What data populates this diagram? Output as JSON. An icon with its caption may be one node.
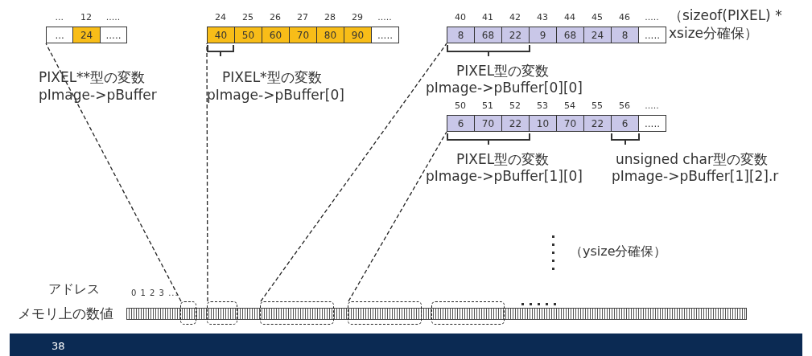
{
  "diagram": {
    "nodes": [
      {
        "text": [],
        "shape": "box"
      },
      {
        "text": [
          "..."
        ],
        "beside": [
          "..."
        ],
        "in": 0
      },
      {
        "text": [
          "24"
        ],
        "beside": [
          "12"
        ],
        "in": 0
      },
      {
        "text": [
          "....."
        ],
        "beside": [
          "....."
        ],
        "in": 0
      },
      {
        "text": [],
        "shape": "box"
      },
      {
        "text": [
          "40"
        ],
        "beside": [
          "24"
        ],
        "in": 4
      },
      {
        "text": [
          "50"
        ],
        "beside": [
          "25"
        ],
        "in": 4
      },
      {
        "text": [
          "60"
        ],
        "beside": [
          "26"
        ],
        "in": 4
      },
      {
        "text": [
          "70"
        ],
        "beside": [
          "27"
        ],
        "in": 4
      },
      {
        "text": [
          "80"
        ],
        "beside": [
          "28"
        ],
        "in": 4
      },
      {
        "text": [
          "90"
        ],
        "beside": [
          "29"
        ],
        "in": 4
      },
      {
        "text": [
          "....."
        ],
        "beside": [
          "....."
        ],
        "in": 4
      },
      {
        "text": [],
        "shape": "box"
      },
      {
        "text": [
          "8"
        ],
        "beside": [
          "40"
        ],
        "in": 12
      },
      {
        "text": [
          "68"
        ],
        "beside": [
          "41"
        ],
        "in": 12
      },
      {
        "text": [
          "22"
        ],
        "beside": [
          "42"
        ],
        "in": 12
      },
      {
        "text": [
          "9"
        ],
        "beside": [
          "43"
        ],
        "in": 12
      },
      {
        "text": [
          "68"
        ],
        "beside": [
          "44"
        ],
        "in": 12
      },
      {
        "text": [
          "24"
        ],
        "beside": [
          "45"
        ],
        "in": 12
      },
      {
        "text": [
          "8"
        ],
        "beside": [
          "46"
        ],
        "in": 12
      },
      {
        "text": [
          "....."
        ],
        "beside": [
          "....."
        ],
        "in": 12
      },
      {
        "text": [],
        "shape": "box"
      },
      {
        "text": [
          "6"
        ],
        "beside": [
          "50"
        ],
        "in": 21
      },
      {
        "text": [
          "70"
        ],
        "beside": [
          "51"
        ],
        "in": 21
      },
      {
        "text": [
          "22"
        ],
        "beside": [
          "52"
        ],
        "in": 21
      },
      {
        "text": [
          "10"
        ],
        "beside": [
          "53"
        ],
        "in": 21
      },
      {
        "text": [
          "70"
        ],
        "beside": [
          "54"
        ],
        "in": 21
      },
      {
        "text": [
          "22"
        ],
        "beside": [
          "55"
        ],
        "in": 21
      },
      {
        "text": [
          "6"
        ],
        "beside": [
          "56"
        ],
        "in": 21
      },
      {
        "text": [
          "....."
        ],
        "beside": [
          "....."
        ],
        "in": 21
      },
      {
        "text": [],
        "shape": "bar",
        "beside": [
          "メモリ上の数値"
        ]
      },
      {
        "text": [],
        "shape": "box"
      },
      {
        "text": [],
        "shape": "box"
      },
      {
        "text": [],
        "shape": "box"
      },
      {
        "text": [],
        "shape": "box"
      },
      {
        "text": [],
        "shape": "box"
      }
    ],
    "edges": [
      {
        "from": 31,
        "to": 0,
        "arrow": "none",
        "style": "dashed"
      },
      {
        "from": 32,
        "to": 4,
        "arrow": "none",
        "style": "dashed"
      },
      {
        "from": 33,
        "to": 12,
        "arrow": "none",
        "style": "dashed"
      },
      {
        "from": 34,
        "to": 21,
        "arrow": "none",
        "style": "dashed"
      }
    ],
    "labels": [
      "（sizeof(PIXEL) * xsize分確保）",
      "PIXEL**型の変数",
      "pImage->pBuffer",
      "PIXEL*型の変数",
      "pImage->pBuffer[0]",
      "PIXEL型の変数",
      "pImage->pBuffer[0][0]",
      "PIXEL型の変数",
      "pImage->pBuffer[1][0]",
      "unsigned char型の変数",
      "pImage->pBuffer[1][2].r",
      "（ysize分確保）",
      "アドレス",
      "0 1 2 3 ...",
      "38"
    ]
  }
}
